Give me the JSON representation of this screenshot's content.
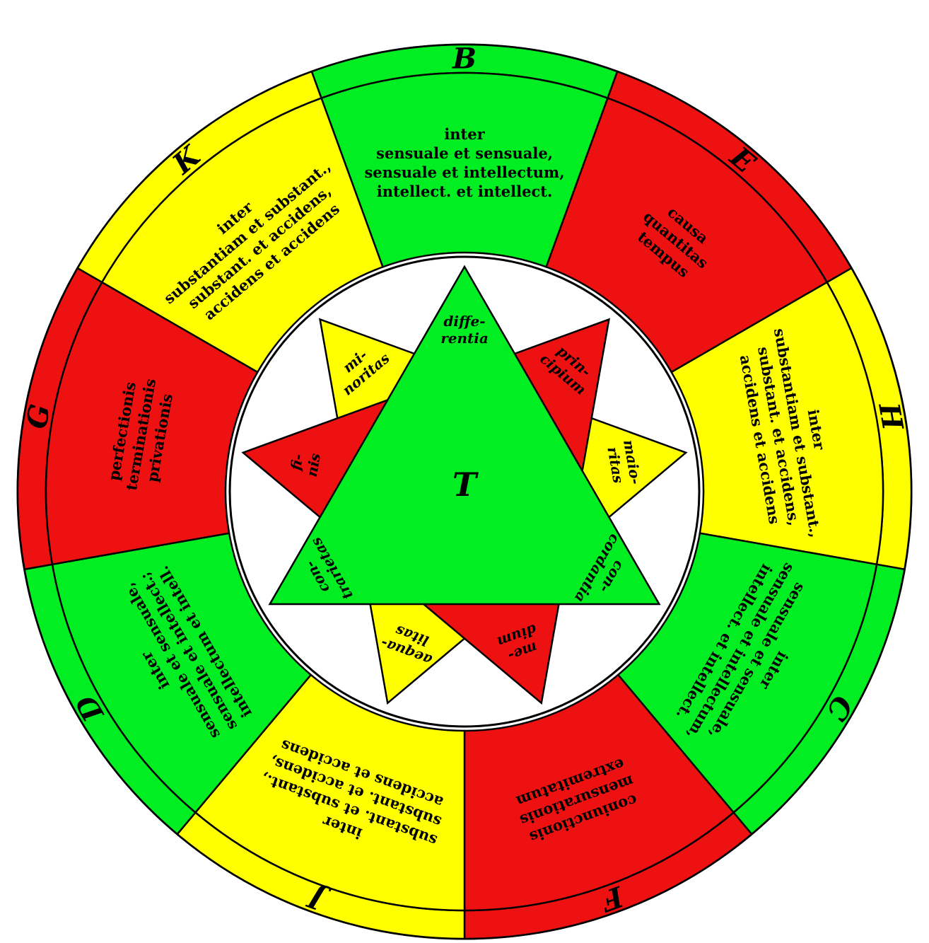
{
  "colors": {
    "green": "#00ee22",
    "red": "#ee1111",
    "yellow": "#ffff00",
    "white": "#ffffff",
    "ink": "#000000"
  },
  "center": {
    "letter": "T"
  },
  "segments": [
    {
      "id": "B",
      "letter": "B",
      "color": "green",
      "lines": [
        "inter",
        "sensuale et sensuale,",
        "sensuale et intellectum,",
        "intellect. et intellect."
      ]
    },
    {
      "id": "E",
      "letter": "E",
      "color": "red",
      "lines": [
        "causa",
        "quantitas",
        "tempus"
      ]
    },
    {
      "id": "H",
      "letter": "H",
      "color": "yellow",
      "lines": [
        "inter",
        "substantiam et substant.,",
        "substant. et accidens,",
        "accidens et accidens"
      ]
    },
    {
      "id": "C",
      "letter": "C",
      "color": "green",
      "lines": [
        "inter",
        "sensuale et sensuale,",
        "sensuale et intellectum,",
        "intellect. et intellect."
      ]
    },
    {
      "id": "F",
      "letter": "F",
      "color": "red",
      "lines": [
        "coniunctionis",
        "mensurationis",
        "extremitatum"
      ]
    },
    {
      "id": "J",
      "letter": "J",
      "color": "yellow",
      "lines": [
        "inter",
        "substant. et substant.,",
        "substant. et accidens,",
        "accidens et accidens"
      ]
    },
    {
      "id": "D",
      "letter": "D",
      "color": "green",
      "lines": [
        "inter",
        "sensuale et sensuale,",
        "sensuale et intellect.;",
        "intellectum et intell."
      ]
    },
    {
      "id": "G",
      "letter": "G",
      "color": "red",
      "lines": [
        "perfectionis",
        "terminationis",
        "privationis"
      ]
    },
    {
      "id": "K",
      "letter": "K",
      "color": "yellow",
      "lines": [
        "inter",
        "substantiam et substant.,",
        "substant. et accidens,",
        "accidens et accidens"
      ]
    }
  ],
  "triangles": [
    {
      "id": "green",
      "color": "green",
      "labels": [
        {
          "corner": 0,
          "lines": [
            "diffe-",
            "rentia"
          ]
        },
        {
          "corner": 1,
          "lines": [
            "con-",
            "cordantia"
          ]
        },
        {
          "corner": 2,
          "lines": [
            "con-",
            "trarietas"
          ]
        }
      ]
    },
    {
      "id": "red",
      "color": "red",
      "labels": [
        {
          "corner": 0,
          "lines": [
            "prin-",
            "cipium"
          ]
        },
        {
          "corner": 1,
          "lines": [
            "me-",
            "dium"
          ]
        },
        {
          "corner": 2,
          "lines": [
            "fi-",
            "nis"
          ]
        }
      ]
    },
    {
      "id": "yellow",
      "color": "yellow",
      "labels": [
        {
          "corner": 0,
          "lines": [
            "maio-",
            "ritas"
          ]
        },
        {
          "corner": 1,
          "lines": [
            "aequa-",
            "litas"
          ]
        },
        {
          "corner": 2,
          "lines": [
            "mi-",
            "noritas"
          ]
        }
      ]
    }
  ]
}
